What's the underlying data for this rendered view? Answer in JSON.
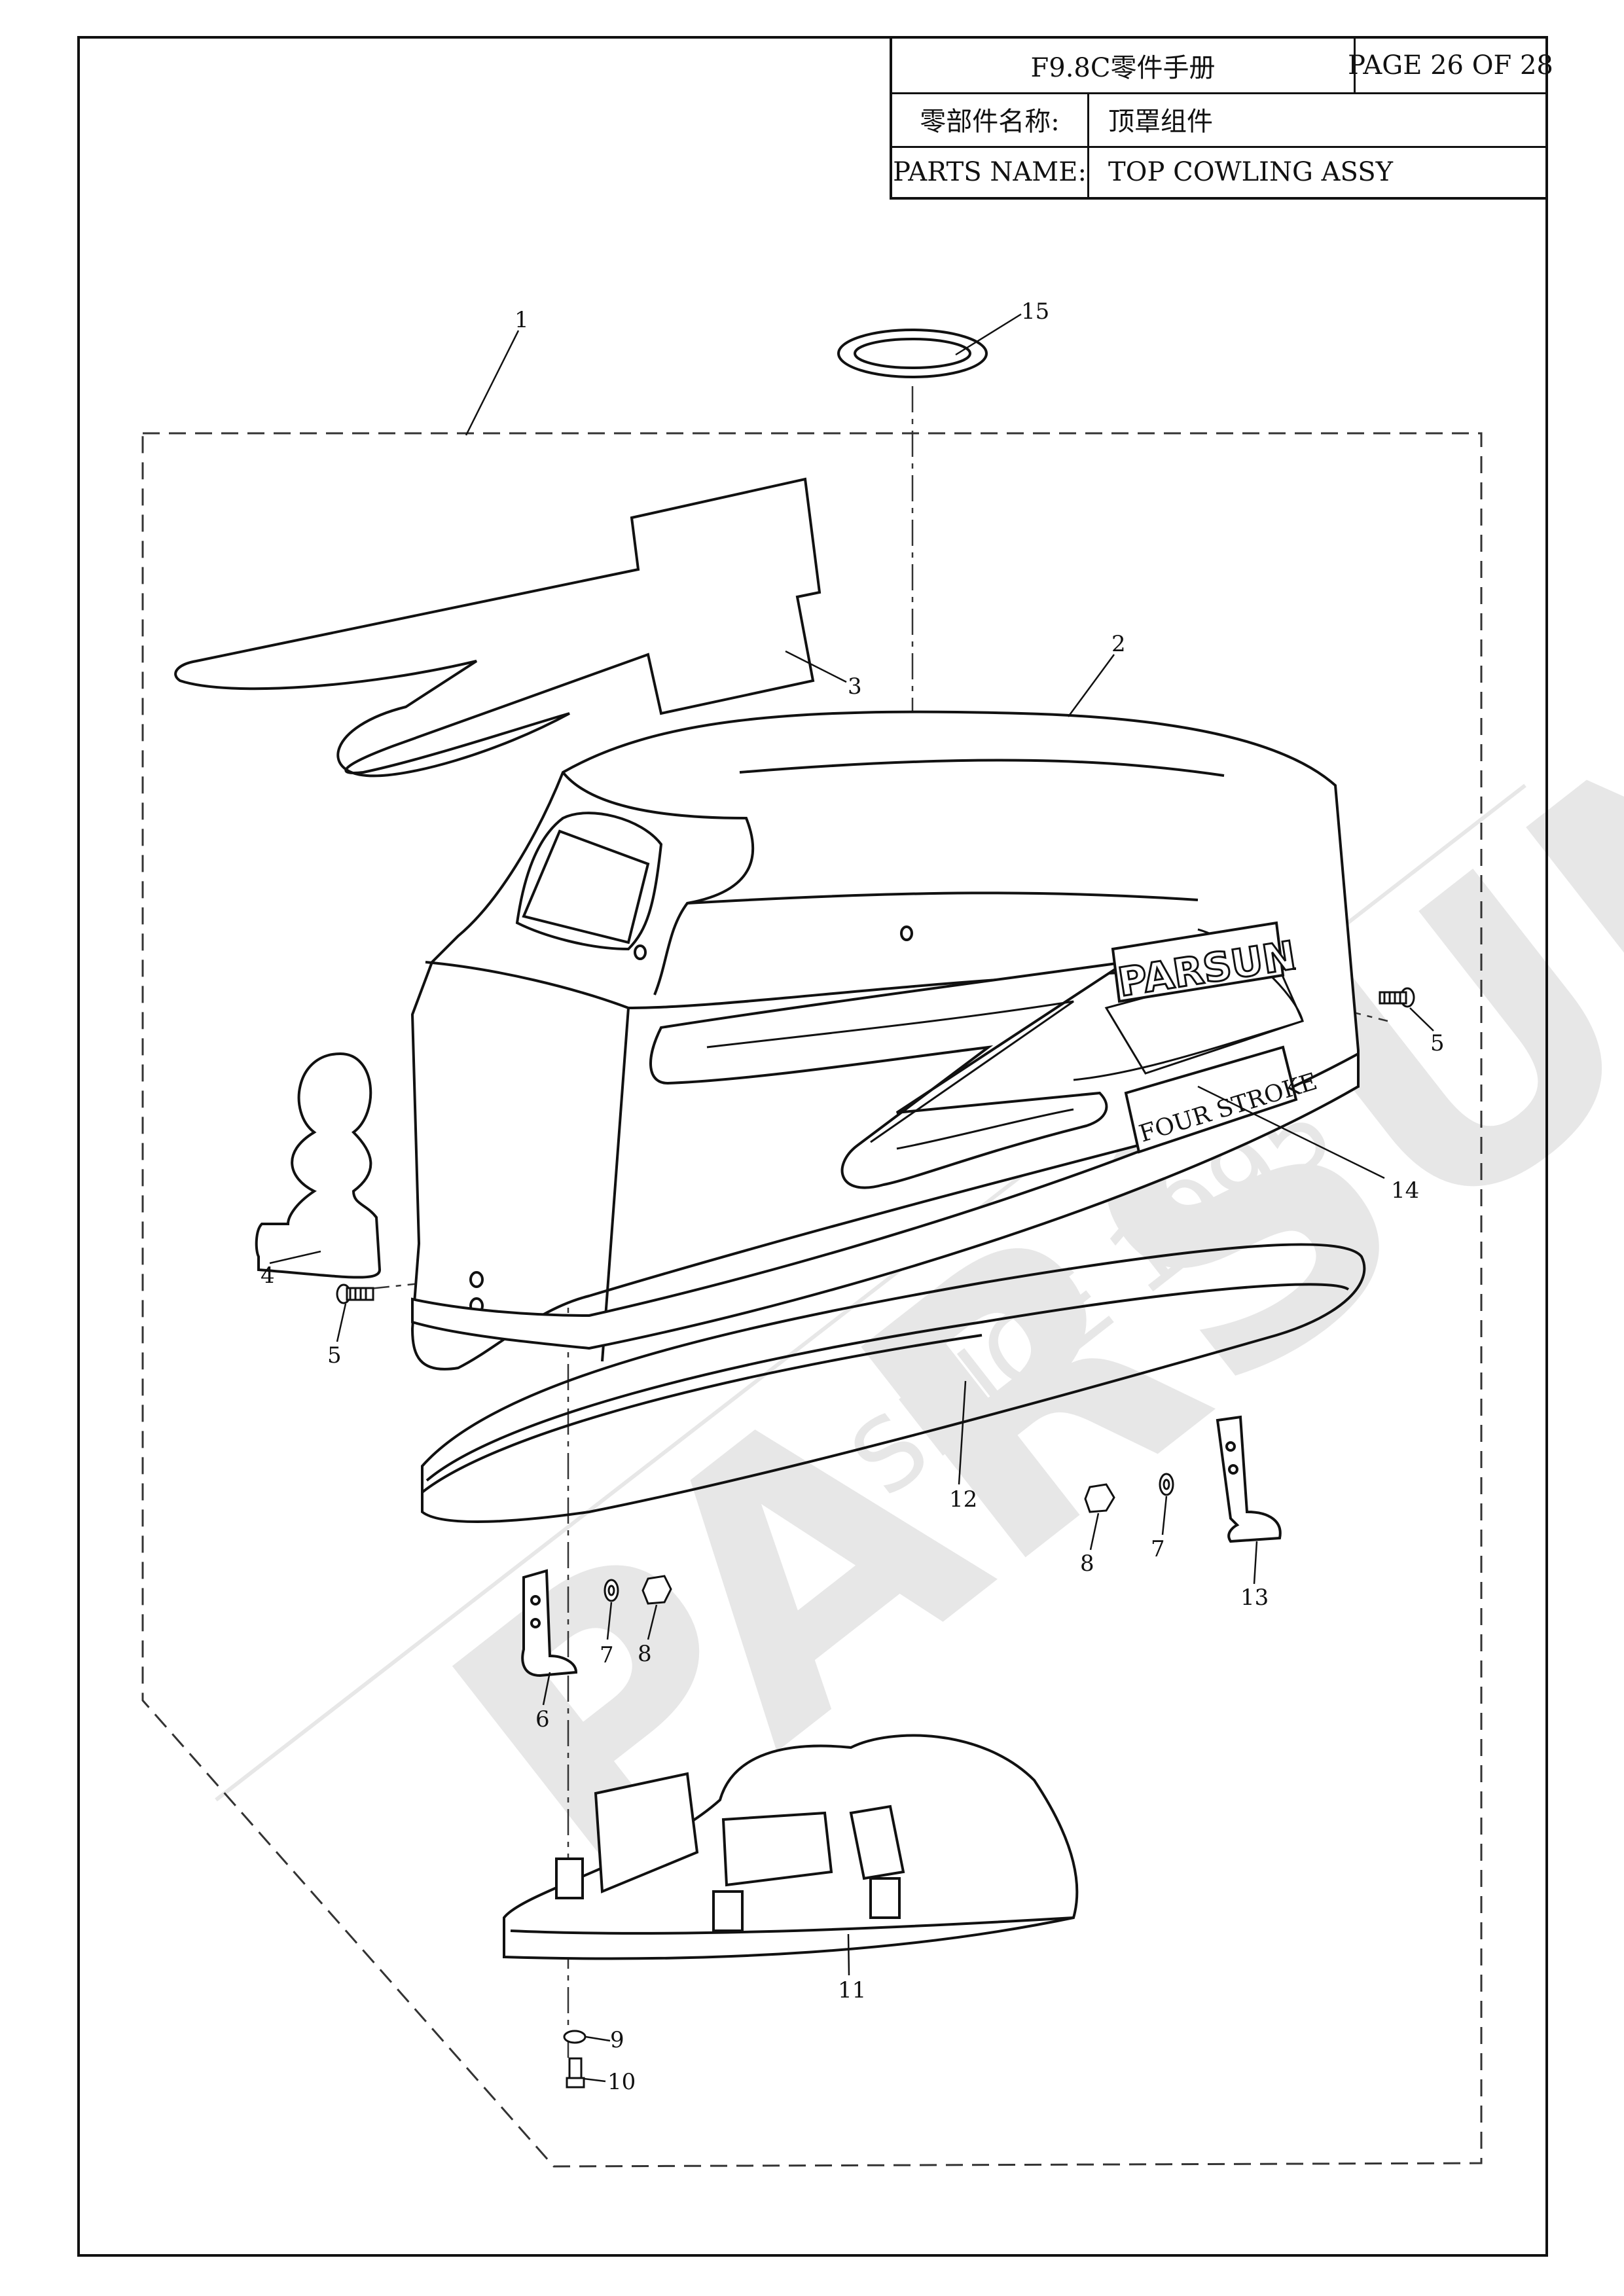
{
  "title_block": {
    "manual_title": "F9.8C零件手册",
    "page": "PAGE 26 OF 28",
    "parts_name_label_cn": "零部件名称:",
    "parts_name_value_cn": "顶罩组件",
    "parts_name_label_en": "PARTS NAME:",
    "parts_name_value_en": "TOP COWLING ASSY"
  },
  "decals": {
    "brand": "PARSUN",
    "four_stroke": "FOUR STROKE"
  },
  "watermark": {
    "brand": "PARSUN",
    "since": "SINCE 1995"
  },
  "callouts": [
    "1",
    "2",
    "3",
    "4",
    "5",
    "5",
    "6",
    "7",
    "7",
    "8",
    "8",
    "9",
    "10",
    "11",
    "12",
    "13",
    "14",
    "15"
  ]
}
